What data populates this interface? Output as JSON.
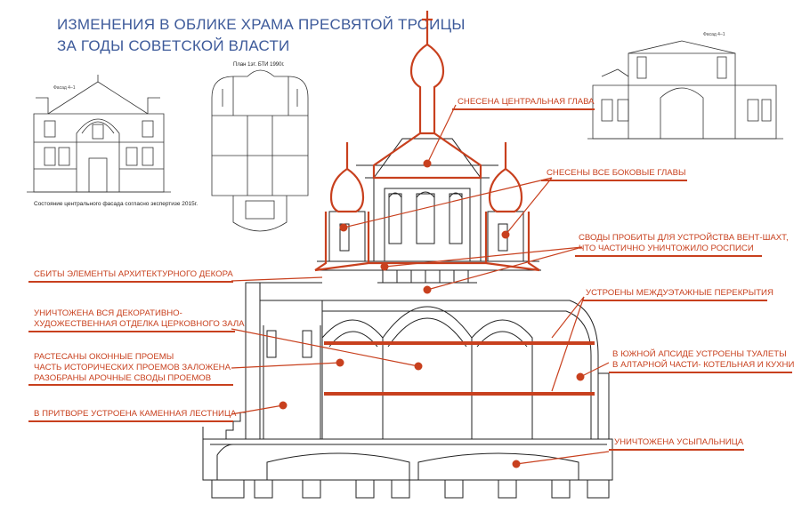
{
  "title": {
    "line1": "ИЗМЕНЕНИЯ В ОБЛИКЕ ХРАМА ПРЕСВЯТОЙ ТРОИЦЫ",
    "line2": "ЗА ГОДЫ СОВЕТСКОЙ ВЛАСТИ"
  },
  "facade_caption": "Состояние центрального фасада согласно экспертизе 2015г.",
  "facade_label": "Фасад 4–1",
  "plan_caption": "План 1эт. БТИ 1990г.",
  "right_facade_label": "Фасад 4–1",
  "annotations": {
    "central_dome": "СНЕСЕНА ЦЕНТРАЛЬНАЯ ГЛАВА",
    "side_domes": "СНЕСЕНЫ ВСЕ БОКОВЫЕ ГЛАВЫ",
    "vaults_line1": "СВОДЫ ПРОБИТЫ ДЛЯ УСТРОЙСТВА ВЕНТ-ШАХТ,",
    "vaults_line2": "ЧТО ЧАСТИЧНО УНИЧТОЖИЛО РОСПИСИ",
    "decor": "СБИТЫ ЭЛЕМЕНТЫ АРХИТЕКТУРНОГО ДЕКОРА",
    "floors": "УСТРОЕНЫ МЕЖДУЭТАЖНЫЕ ПЕРЕКРЫТИЯ",
    "finish_line1": "УНИЧТОЖЕНА ВСЯ ДЕКОРАТИВНО-",
    "finish_line2": "ХУДОЖЕСТВЕННАЯ ОТДЕЛКА ЦЕРКОВНОГО ЗАЛА",
    "windows_line1": "РАСТЕСАНЫ ОКОННЫЕ ПРОЕМЫ",
    "windows_line2": "ЧАСТЬ ИСТОРИЧЕСКИХ ПРОЕМОВ ЗАЛОЖЕНА",
    "windows_line3": "РАЗОБРАНЫ АРОЧНЫЕ СВОДЫ ПРОЕМОВ",
    "apse_line1": "В ЮЖНОЙ АПСИДЕ УСТРОЕНЫ ТУАЛЕТЫ",
    "apse_line2": "В АЛТАРНОЙ ЧАСТИ- КОТЕЛЬНАЯ И КУХНИ",
    "stair": "В ПРИТВОРЕ УСТРОЕНА КАМЕННАЯ ЛЕСТНИЦА",
    "crypt": "УНИЧТОЖЕНА УСЫПАЛЬНИЦА"
  },
  "colors": {
    "accent": "#c8401e",
    "title": "#3d5a9a",
    "line": "#222222"
  }
}
